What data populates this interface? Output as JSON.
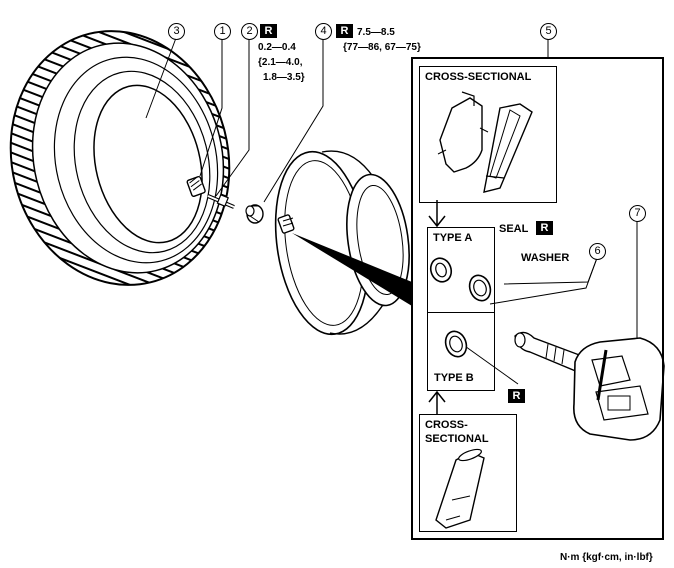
{
  "callouts": {
    "c1": "1",
    "c2": "2",
    "c3": "3",
    "c4": "4",
    "c5": "5",
    "c6": "6",
    "c7": "7"
  },
  "badge": "R",
  "torque_core": {
    "line1": "0.2—0.4",
    "line2": "{2.1—4.0,",
    "line3": "1.8—3.5}"
  },
  "torque_nut": {
    "line1": "7.5—8.5",
    "line2": "{77—86, 67—75}"
  },
  "cross_sectional_top": "CROSS-SECTIONAL",
  "type_a": "TYPE A",
  "type_b": "TYPE B",
  "seal": "SEAL",
  "washer": "WASHER",
  "cross_sectional_bottom": {
    "line1": "CROSS-",
    "line2": "SECTIONAL"
  },
  "units": "N·m {kgf·cm, in·lbf}"
}
